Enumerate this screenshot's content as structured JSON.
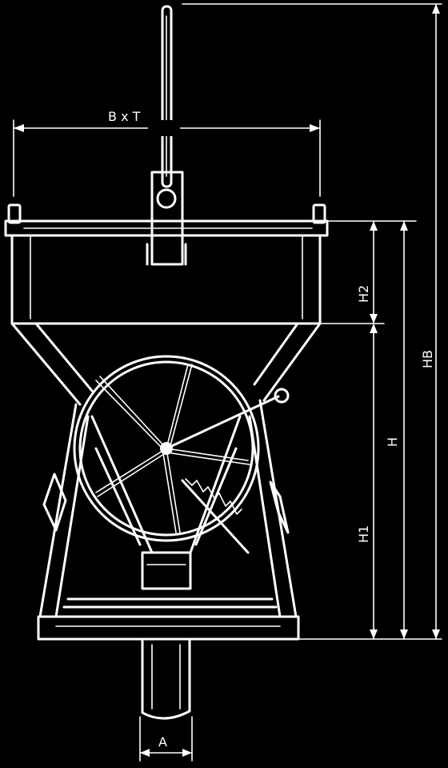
{
  "labels": {
    "width_depth": "B x T",
    "outlet_width": "A",
    "upper_height": "H2",
    "lower_height": "H1",
    "height": "H",
    "total_height": "HB"
  },
  "colors": {
    "background": "#000000",
    "line": "#ffffff"
  },
  "icons": {
    "bucket": "concrete-bucket-drawing"
  }
}
